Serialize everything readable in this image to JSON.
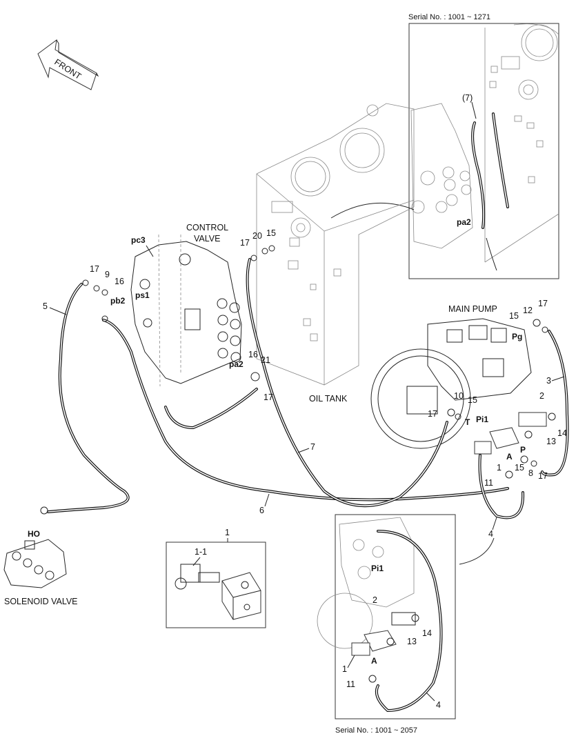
{
  "header": {
    "serial_top": "Serial No. : 1001 ~ 1271",
    "serial_bottom": "Serial No. : 1001 ~ 2057",
    "front_label": "FRONT"
  },
  "components": {
    "control_valve_line1": "CONTROL",
    "control_valve_line2": "VALVE",
    "oil_tank": "OIL TANK",
    "main_pump": "MAIN PUMP",
    "solenoid_valve": "SOLENOID VALVE"
  },
  "ports": {
    "pc3": "pc3",
    "ps1": "ps1",
    "pb2": "pb2",
    "pa2": "pa2",
    "pa2_inset": "pa2",
    "pg": "Pg",
    "pi1": "Pi1",
    "pi1_inset": "Pi1",
    "t": "T",
    "p": "P",
    "a": "A",
    "a_inset": "A",
    "ho": "HO"
  },
  "callouts": {
    "n17a": "17",
    "n9": "9",
    "n16a": "16",
    "n5": "5",
    "n17b": "17",
    "n20": "20",
    "n15a": "15",
    "n16b": "16",
    "n21": "21",
    "n17c": "17",
    "n7": "7",
    "n6": "6",
    "n15b": "15",
    "n12": "12",
    "n17d": "17",
    "n3": "3",
    "n10": "10",
    "n15c": "15",
    "n17e": "17",
    "n2": "2",
    "n1": "1",
    "n13": "13",
    "n14": "14",
    "n15d": "15",
    "n8": "8",
    "n17f": "17",
    "n11": "11",
    "n4": "4",
    "inset_top_7": "(7)",
    "detail_1": "1",
    "detail_1_1": "1-1",
    "inset_2": "2",
    "inset_14": "14",
    "inset_13": "13",
    "inset_1": "1",
    "inset_11": "11",
    "inset_4": "4"
  }
}
